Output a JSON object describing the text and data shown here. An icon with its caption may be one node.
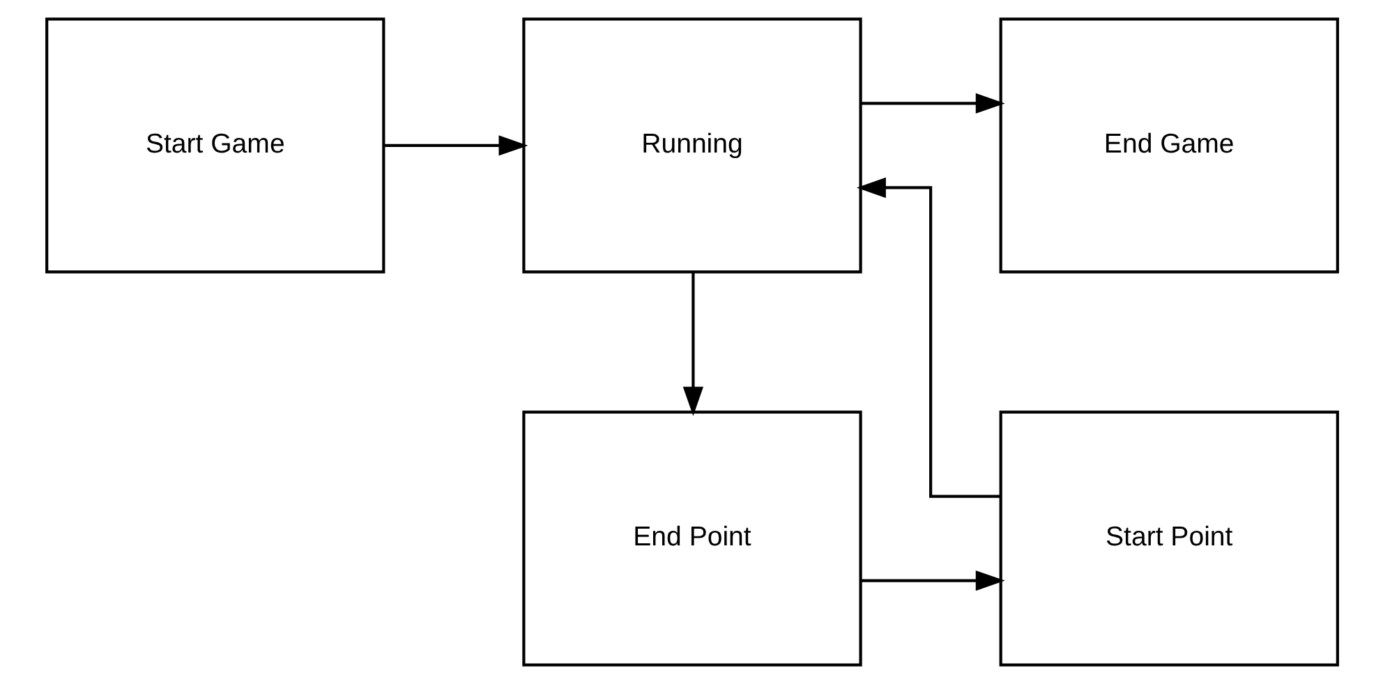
{
  "diagram": {
    "nodes": [
      {
        "text": [
          "Start Game"
        ]
      },
      {
        "text": [
          "Running"
        ]
      },
      {
        "text": [
          "End Game"
        ]
      },
      {
        "text": [
          "End Point"
        ]
      },
      {
        "text": [
          "Start Point"
        ]
      }
    ],
    "edges": [
      {
        "from": 0,
        "to": 1,
        "arrow": "to"
      },
      {
        "from": 1,
        "to": 2,
        "arrow": "to"
      },
      {
        "from": 1,
        "to": 3,
        "arrow": "to"
      },
      {
        "from": 3,
        "to": 4,
        "arrow": "to"
      },
      {
        "from": 4,
        "to": 1,
        "arrow": "to"
      }
    ]
  }
}
